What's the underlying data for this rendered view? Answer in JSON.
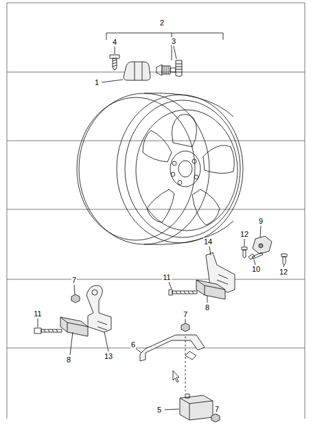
{
  "diagram": {
    "labels": [
      "2",
      "4",
      "3",
      "1",
      "9",
      "14",
      "12",
      "10",
      "12",
      "7",
      "11",
      "8",
      "7",
      "11",
      "6",
      "13",
      "8",
      "7",
      "5"
    ]
  }
}
